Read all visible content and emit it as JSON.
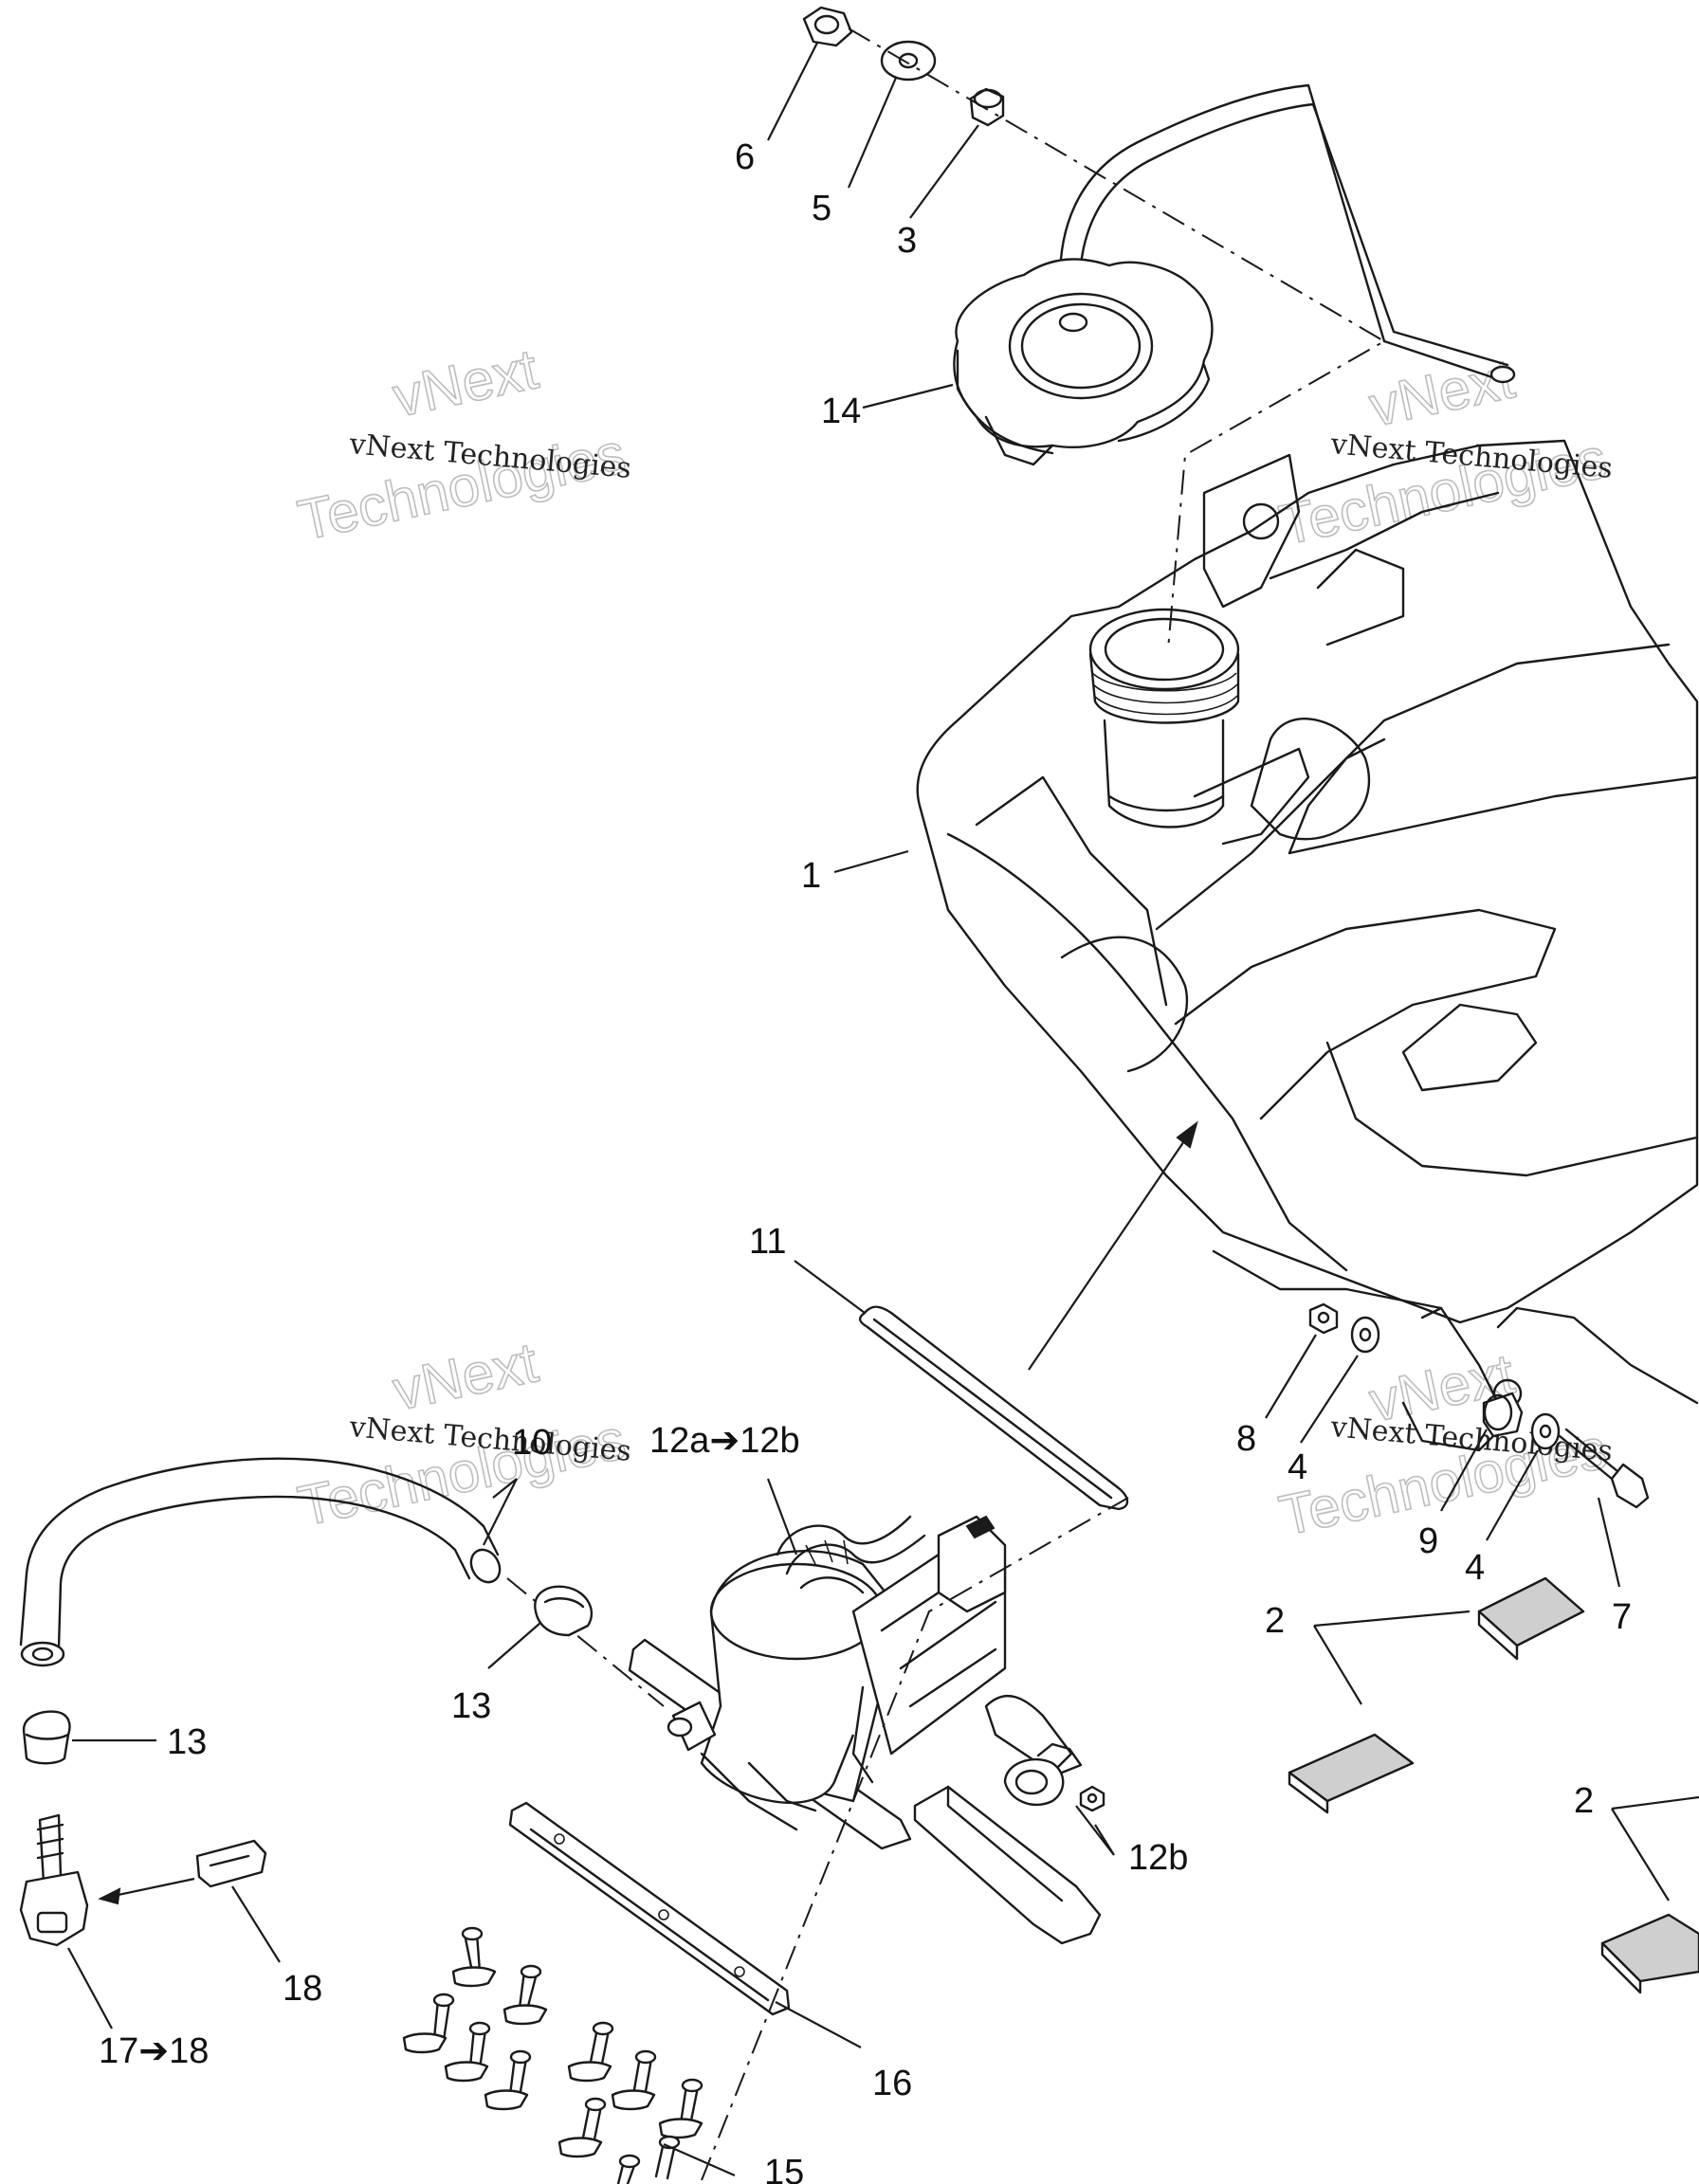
{
  "diagram": {
    "callouts": {
      "c1": "1",
      "c2a": "2",
      "c2b": "2",
      "c3": "3",
      "c4a": "4",
      "c4b": "4",
      "c5": "5",
      "c6": "6",
      "c7": "7",
      "c8": "8",
      "c9": "9",
      "c10": "10",
      "c11": "11",
      "c12": "12a➔12b",
      "c12b": "12b",
      "c13a": "13",
      "c13b": "13",
      "c14": "14",
      "c15": "15",
      "c16": "16",
      "c17": "17➔18",
      "c18": "18"
    },
    "watermark": {
      "brand_line": "vNext",
      "name_line": "vNext Technologies",
      "big_line": "Technologies"
    }
  }
}
